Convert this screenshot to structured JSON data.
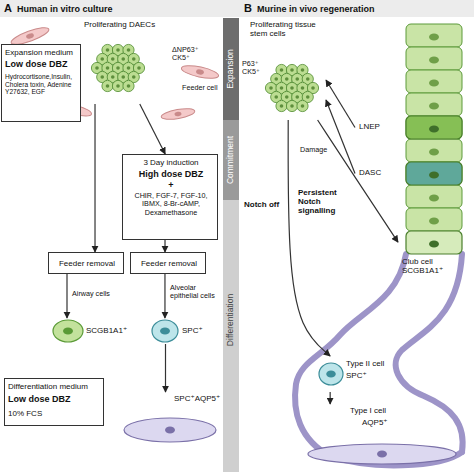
{
  "diagram": {
    "nodes": [
      {
        "text": [
          "Proliferating DAECs",
          "ΔNP63⁺ CK5⁺"
        ]
      },
      {
        "text": [
          "Expansion medium",
          "Low dose DBZ",
          "Hydrocortisone,Insulin, Cholera toxin, Adenine Y27632, EGF"
        ]
      },
      {
        "text": [
          "3 Day induction",
          "High dose DBZ",
          "+",
          "CHIR, FGF-7, FGF-10, IBMX, 8-Br-cAMP, Dexamethasone"
        ]
      },
      {
        "text": [
          "Feeder removal"
        ]
      },
      {
        "text": [
          "Feeder removal"
        ]
      },
      {
        "text": [
          "SCGB1A1⁺"
        ]
      },
      {
        "text": [
          "SPC⁺"
        ]
      },
      {
        "text": [
          "SPC⁺AQP5⁺"
        ]
      },
      {
        "text": [
          "Differentiation medium",
          "Low dose DBZ",
          "10% FCS"
        ]
      },
      {
        "text": [
          "Proliferating tissue stem cells",
          "P63⁺ CK5⁺"
        ]
      },
      {
        "text": [
          "LNEP"
        ]
      },
      {
        "text": [
          "DASC"
        ]
      },
      {
        "text": [
          "Club cell SCGB1A1⁺"
        ]
      },
      {
        "text": [
          "Type II cell",
          "SPC⁺"
        ]
      },
      {
        "text": [
          "Type I cell",
          "AQP5⁺"
        ]
      }
    ],
    "edges": [
      {
        "from": 0,
        "to": 3,
        "arrow": "to"
      },
      {
        "from": 0,
        "to": 2,
        "arrow": "to"
      },
      {
        "from": 2,
        "to": 4,
        "arrow": "to"
      },
      {
        "from": 3,
        "to": 5,
        "label": "Airway cells",
        "arrow": "to"
      },
      {
        "from": 4,
        "to": 6,
        "label": "Alveolar epithelial cells",
        "arrow": "to"
      },
      {
        "from": 6,
        "to": 7,
        "arrow": "to"
      },
      {
        "from": 10,
        "to": 9,
        "arrow": "to"
      },
      {
        "from": 11,
        "to": 9,
        "arrow": "to"
      },
      {
        "from": 9,
        "to": 12,
        "label": "Persistent Notch signalling",
        "arrow": "to"
      },
      {
        "from": 9,
        "to": 13,
        "label": "Notch off",
        "arrow": "to"
      },
      {
        "from": 13,
        "to": 14,
        "arrow": "to"
      }
    ],
    "labels": [
      "A",
      "Human in vitro culture",
      "B",
      "Murine in vivo regeneration",
      "Feeder cell",
      "Expansion",
      "Commitment",
      "Differentiation",
      "Damage"
    ]
  }
}
